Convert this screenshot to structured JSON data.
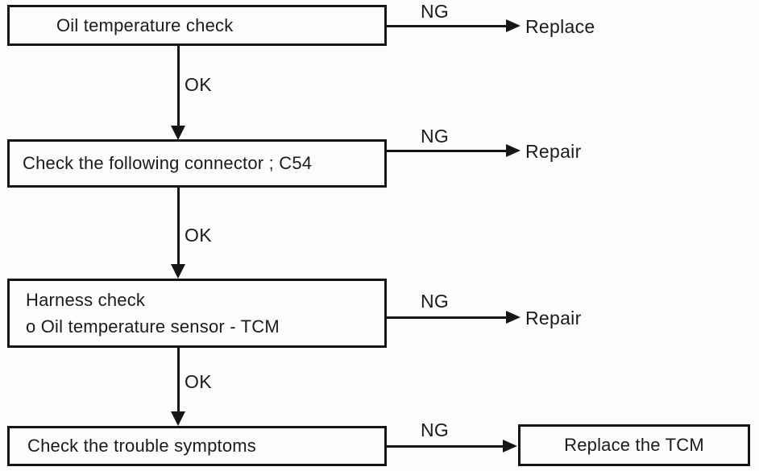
{
  "flowchart": {
    "steps": [
      {
        "box": "Oil temperature check",
        "ng": "NG",
        "ng_result": "Replace",
        "ok": "OK"
      },
      {
        "box": "Check the following connector ; C54",
        "ng": "NG",
        "ng_result": "Repair",
        "ok": "OK"
      },
      {
        "box_line1": "Harness check",
        "box_line2": "o Oil temperature sensor - TCM",
        "ng": "NG",
        "ng_result": "Repair",
        "ok": "OK"
      },
      {
        "box": "Check the trouble symptoms",
        "ng": "NG",
        "ng_result": "Replace the TCM"
      }
    ],
    "colors": {
      "line": "#161616",
      "background": "#fdfdfd",
      "text": "#1b1b1b"
    }
  }
}
